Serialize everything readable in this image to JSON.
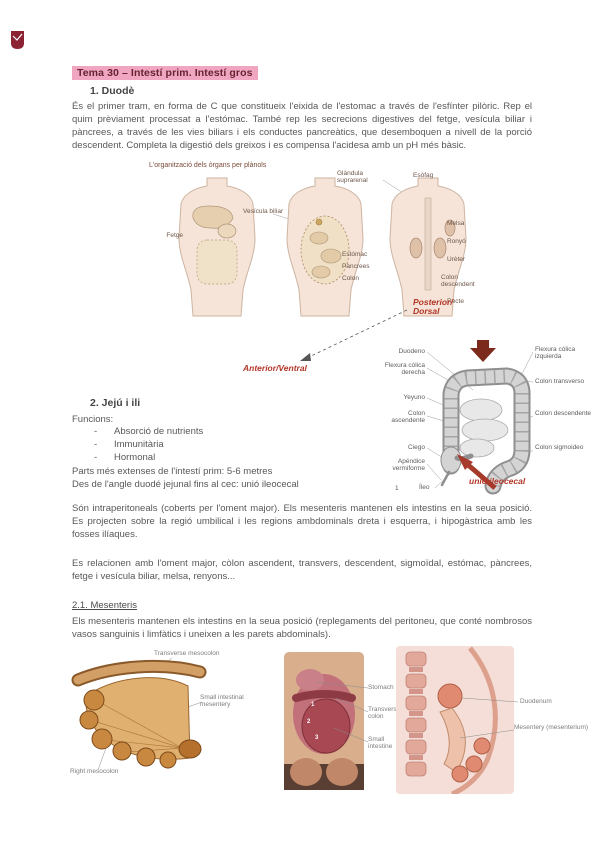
{
  "colors": {
    "title_highlight": "#f0a6c1",
    "title_text": "#662433",
    "body_text": "#58585a",
    "annotation_red": "#b23527"
  },
  "icons": {
    "logo": "university-crest-icon"
  },
  "doc": {
    "title": "Tema 30 – Intestí prim. Intestí gros"
  },
  "s1": {
    "heading": "1. Duodè",
    "body": "És el primer tram, en forma de C que constitueix l'eixida de l'estomac a través de l'esfínter pilòric. Rep el quim prèviament processat a l'estómac. També rep les secrecions digestives del fetge, vesícula biliar i pàncrees, a través de les vies biliars i els conductes pancreàtics, que desemboquen a nivell de la porció descendent. Completa la digestió dels greixos i es compensa l'acidesa amb un pH més bàsic."
  },
  "fig_organs": {
    "caption": "L'organització dels òrgans per plànols",
    "labels": [
      "Fetge",
      "Vesícula biliar",
      "Glàndula suprarenal",
      "Esòfag",
      "Estómac",
      "Pàncrees",
      "Colon",
      "Melsa",
      "Ronyó",
      "Urèter",
      "Colon descendent",
      "Recte"
    ],
    "posterior": "Posterior/ Dorsal",
    "anterior": "Anterior/Ventral"
  },
  "fig_colon": {
    "labels_left": [
      "Duodeno",
      "Flexura cólica derecha",
      "Yeyuno",
      "Colon ascendente",
      "Ciego",
      "Apéndice vermiforme",
      "Íleo"
    ],
    "labels_right": [
      "Flexura cólica izquierda",
      "Colon transverso",
      "Colon descendente",
      "Colon sigmoideo"
    ],
    "marker": "1",
    "annotation": "unió ileocecal"
  },
  "s2": {
    "heading": "2. Jejú i ili",
    "funcions_label": "Funcions:",
    "dash": "-",
    "items": [
      "Absorció de nutrients",
      "Immunitària",
      "Hormonal"
    ],
    "line_metres": "Parts més extenses de l'intestí prim: 5-6 metres",
    "line_cec": "Des de l'angle duodé jejunal fins al cec: unió ileocecal",
    "para_posicio": "Són intraperitoneals (coberts per l'oment major). Els mesenteris mantenen els intestins en la seua posició. Es projecten sobre la regió umbilical i les regions ambdominals dreta i esquerra, i hipogàstrica amb les fosses ilíaques.",
    "para_relacions": "Es relacionen amb l'oment major, còlon ascendent, transvers, descendent, sigmoïdal, estómac, pàncrees, fetge i vesícula biliar, melsa, renyons..."
  },
  "s21": {
    "heading": "2.1. Mesenteris",
    "body": "Els mesenteris mantenen els intestins en la seua posició (replegaments del peritoneu, que conté nombrosos vasos sanguinis i limfàtics i uneixen a les parets abdominals)."
  },
  "fig_mesentery": {
    "labels": [
      "Transverse mesocolon",
      "Small intestinal mesentery",
      "Right mesocolon"
    ]
  },
  "fig_abdomen": {
    "labels": [
      "Stomach",
      "Transverse colon",
      "Small intestine"
    ],
    "numbers": [
      "1",
      "2",
      "3"
    ]
  },
  "fig_sagittal": {
    "labels": [
      "Duodenum",
      "Mesentery (mesenterium)"
    ]
  }
}
